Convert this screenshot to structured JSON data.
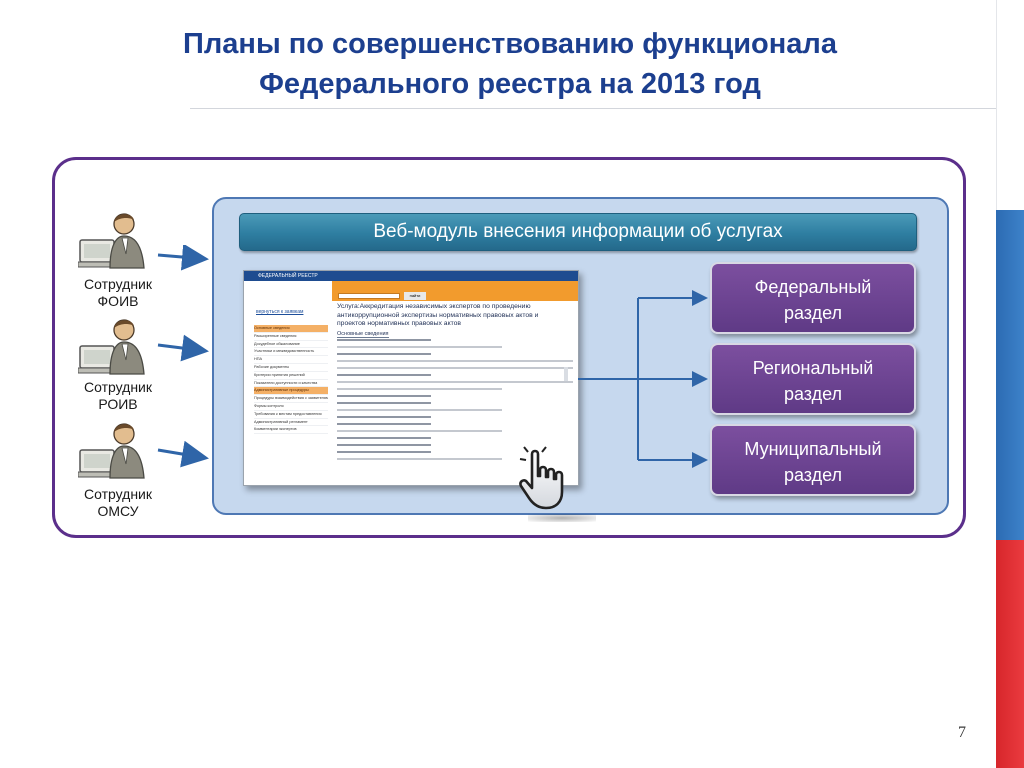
{
  "title": {
    "line1": "Планы по совершенствованию функционала",
    "line2": "Федерального реестра на 2013 год"
  },
  "web_module": {
    "label": "Веб-модуль внесения информации об услугах"
  },
  "screenshot": {
    "logo": "ФЕДЕРАЛЬНЫЙ РЕЕСТР",
    "find_button": "найти",
    "back_link": "вернуться к заявкам",
    "heading": "Услуга:Аккредитация независимых экспертов по проведению антикоррупционной экспертизы нормативных правовых актов и проектов нормативных правовых актов",
    "subheading": "Основные сведения",
    "menu": [
      "Основные сведения",
      "Расширенные сведения",
      "Досудебное обжалование",
      "Участники и межведомственность",
      "НПА",
      "Рабочие документы",
      "Критерии принятия решений",
      "Показатели доступности и качества",
      "Административные процедуры",
      "Процедуры взаимодействия с заявителями",
      "Формы контроля",
      "Требования к местам предоставления",
      "Административный регламент",
      "Комментарии экспертов"
    ]
  },
  "sections": [
    {
      "line1": "Федеральный",
      "line2": "раздел"
    },
    {
      "line1": "Региональный",
      "line2": "раздел"
    },
    {
      "line1": "Муниципальный",
      "line2": "раздел"
    }
  ],
  "employees": [
    {
      "line1": "Сотрудник",
      "line2": "ФОИВ"
    },
    {
      "line1": "Сотрудник",
      "line2": "РОИВ"
    },
    {
      "line1": "Сотрудник",
      "line2": "ОМСУ"
    }
  ],
  "page_number": "7",
  "colors": {
    "title": "#1c3f8f",
    "frame": "#5b2f8b",
    "panel": "#c6d8ee",
    "section": "#6a4391",
    "arrow": "#2f65a8"
  },
  "icons": {
    "employee": "person-at-computer-icon",
    "pointer": "pointing-hand-icon"
  }
}
